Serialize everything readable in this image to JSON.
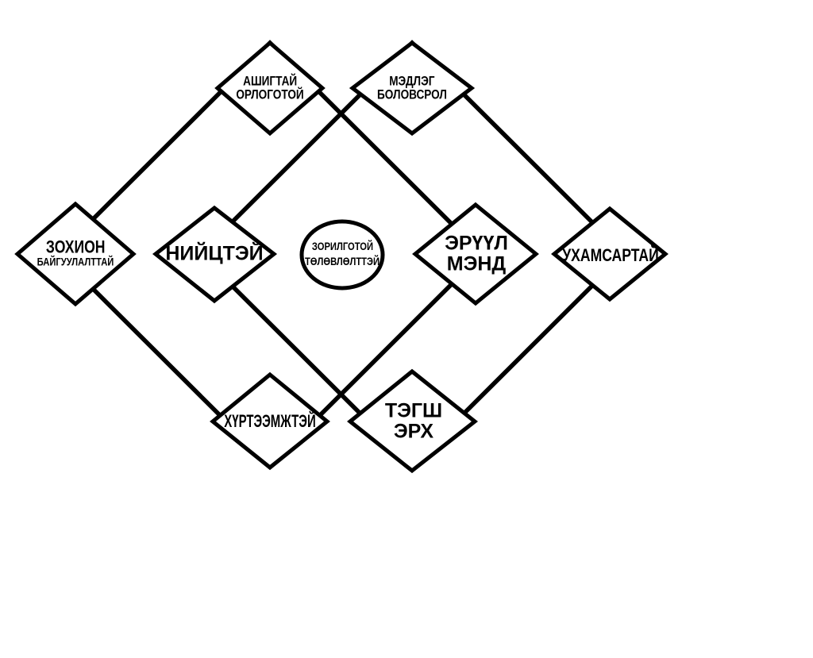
{
  "diagram": {
    "type": "venn-diamond-concept-map",
    "language": "mn",
    "background_color": "#ffffff",
    "stroke_color": "#000000",
    "center": {
      "id": "center-ellipse",
      "shape": "ellipse",
      "line1": "ЗОРИЛГОТОЙ",
      "line2": "ТӨЛӨВЛӨЛТТЭЙ"
    },
    "nodes": [
      {
        "id": "ashigtai-orlogotoi",
        "position": "top-left",
        "shape": "diamond",
        "line1": "АШИГТАЙ",
        "line2": "ОРЛОГОТОЙ"
      },
      {
        "id": "medleg-bolovsrol",
        "position": "top-right",
        "shape": "diamond",
        "line1": "МЭДЛЭГ",
        "line2": "БОЛОВСРОЛ"
      },
      {
        "id": "zokhion-baiguulalttai",
        "position": "far-left",
        "shape": "diamond",
        "line1": "ЗОХИОН",
        "line2": "БАЙГУУЛАЛТТАЙ"
      },
      {
        "id": "niitstei",
        "position": "inner-left",
        "shape": "diamond",
        "line1": "НИЙЦТЭЙ",
        "line2": ""
      },
      {
        "id": "eruul-mend",
        "position": "inner-right",
        "shape": "diamond",
        "line1": "ЭРҮҮЛ",
        "line2": "МЭНД"
      },
      {
        "id": "ukhamsartai",
        "position": "far-right",
        "shape": "diamond",
        "line1": "УХАМСАРТАЙ",
        "line2": ""
      },
      {
        "id": "khurteemjtei",
        "position": "bottom-left",
        "shape": "diamond",
        "line1": "ХҮРТЭЭМЖТЭЙ",
        "line2": ""
      },
      {
        "id": "tegsh-erkh",
        "position": "bottom-right",
        "shape": "diamond",
        "line1": "ТЭГШ",
        "line2": "ЭРХ"
      }
    ],
    "large_diamonds": [
      {
        "id": "large-diamond-left",
        "apex": "ashigtai-orlogotoi"
      },
      {
        "id": "large-diamond-right",
        "apex": "medleg-bolovsrol"
      }
    ]
  }
}
